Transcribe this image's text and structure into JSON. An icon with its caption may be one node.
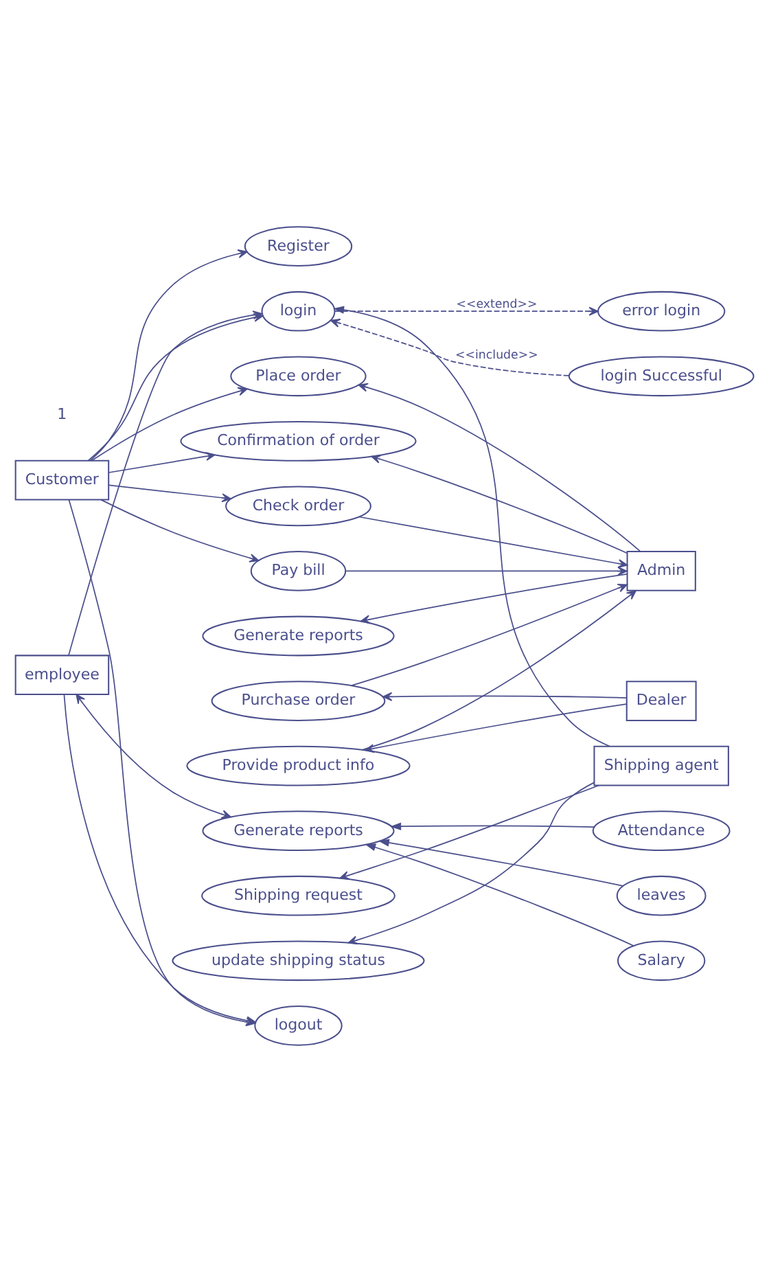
{
  "diagram": {
    "nodes": [
      {
        "text": [
          "Register"
        ]
      },
      {
        "text": [
          "login"
        ]
      },
      {
        "text": [
          "error login"
        ]
      },
      {
        "text": [
          "login Successful"
        ]
      },
      {
        "text": [
          "Place order"
        ]
      },
      {
        "text": [
          "Confirmation of order"
        ]
      },
      {
        "text": [
          "Check order"
        ]
      },
      {
        "text": [
          "Customer"
        ]
      },
      {
        "text": [
          "Admin"
        ]
      },
      {
        "text": [
          "Pay bill"
        ]
      },
      {
        "text": [
          "Generate reports"
        ]
      },
      {
        "text": [
          "Dealer"
        ]
      },
      {
        "text": [
          "employee"
        ]
      },
      {
        "text": [
          "Purchase order"
        ]
      },
      {
        "text": [
          "Provide product info"
        ]
      },
      {
        "text": [
          "Shipping agent"
        ]
      },
      {
        "text": [
          "Generate reports"
        ]
      },
      {
        "text": [
          "Attendance"
        ]
      },
      {
        "text": [
          "leaves"
        ]
      },
      {
        "text": [
          "Salary"
        ]
      },
      {
        "text": [
          "Shipping request"
        ]
      },
      {
        "text": [
          "update shipping status"
        ]
      },
      {
        "text": [
          "logout"
        ]
      }
    ],
    "edges": [
      {
        "from": 7,
        "to": 0,
        "arrow": "to"
      },
      {
        "from": 7,
        "to": 1,
        "arrow": "to"
      },
      {
        "from": 12,
        "to": 1,
        "arrow": "to"
      },
      {
        "from": 1,
        "to": 2,
        "arrow": "to",
        "style": "dashed",
        "label": "<<extend>>"
      },
      {
        "from": 3,
        "to": 1,
        "arrow": "to",
        "style": "dashed",
        "label": "<<include>>"
      },
      {
        "from": 15,
        "to": 1,
        "arrow": "to"
      },
      {
        "from": 7,
        "to": 4,
        "arrow": "to"
      },
      {
        "from": 7,
        "to": 5,
        "arrow": "to"
      },
      {
        "from": 7,
        "to": 6,
        "arrow": "to"
      },
      {
        "from": 7,
        "to": 9,
        "arrow": "to"
      },
      {
        "from": 8,
        "to": 4,
        "arrow": "to"
      },
      {
        "from": 8,
        "to": 5,
        "arrow": "to"
      },
      {
        "from": 6,
        "to": 8,
        "arrow": "to"
      },
      {
        "from": 9,
        "to": 8,
        "arrow": "to"
      },
      {
        "from": 8,
        "to": 10,
        "arrow": "to"
      },
      {
        "from": 13,
        "to": 8,
        "arrow": "to"
      },
      {
        "from": 14,
        "to": 8,
        "arrow": "to"
      },
      {
        "from": 11,
        "to": 13,
        "arrow": "to"
      },
      {
        "from": 11,
        "to": 14,
        "arrow": "to"
      },
      {
        "from": 12,
        "to": 16,
        "arrow": "both"
      },
      {
        "from": 17,
        "to": 16,
        "arrow": "to"
      },
      {
        "from": 18,
        "to": 16,
        "arrow": "to"
      },
      {
        "from": 19,
        "to": 16,
        "arrow": "to"
      },
      {
        "from": 15,
        "to": 20,
        "arrow": "to"
      },
      {
        "from": 15,
        "to": 21,
        "arrow": "to"
      },
      {
        "from": 7,
        "to": 22,
        "arrow": "to"
      },
      {
        "from": 12,
        "to": 22,
        "arrow": "to"
      }
    ],
    "labels": [
      "1"
    ]
  }
}
